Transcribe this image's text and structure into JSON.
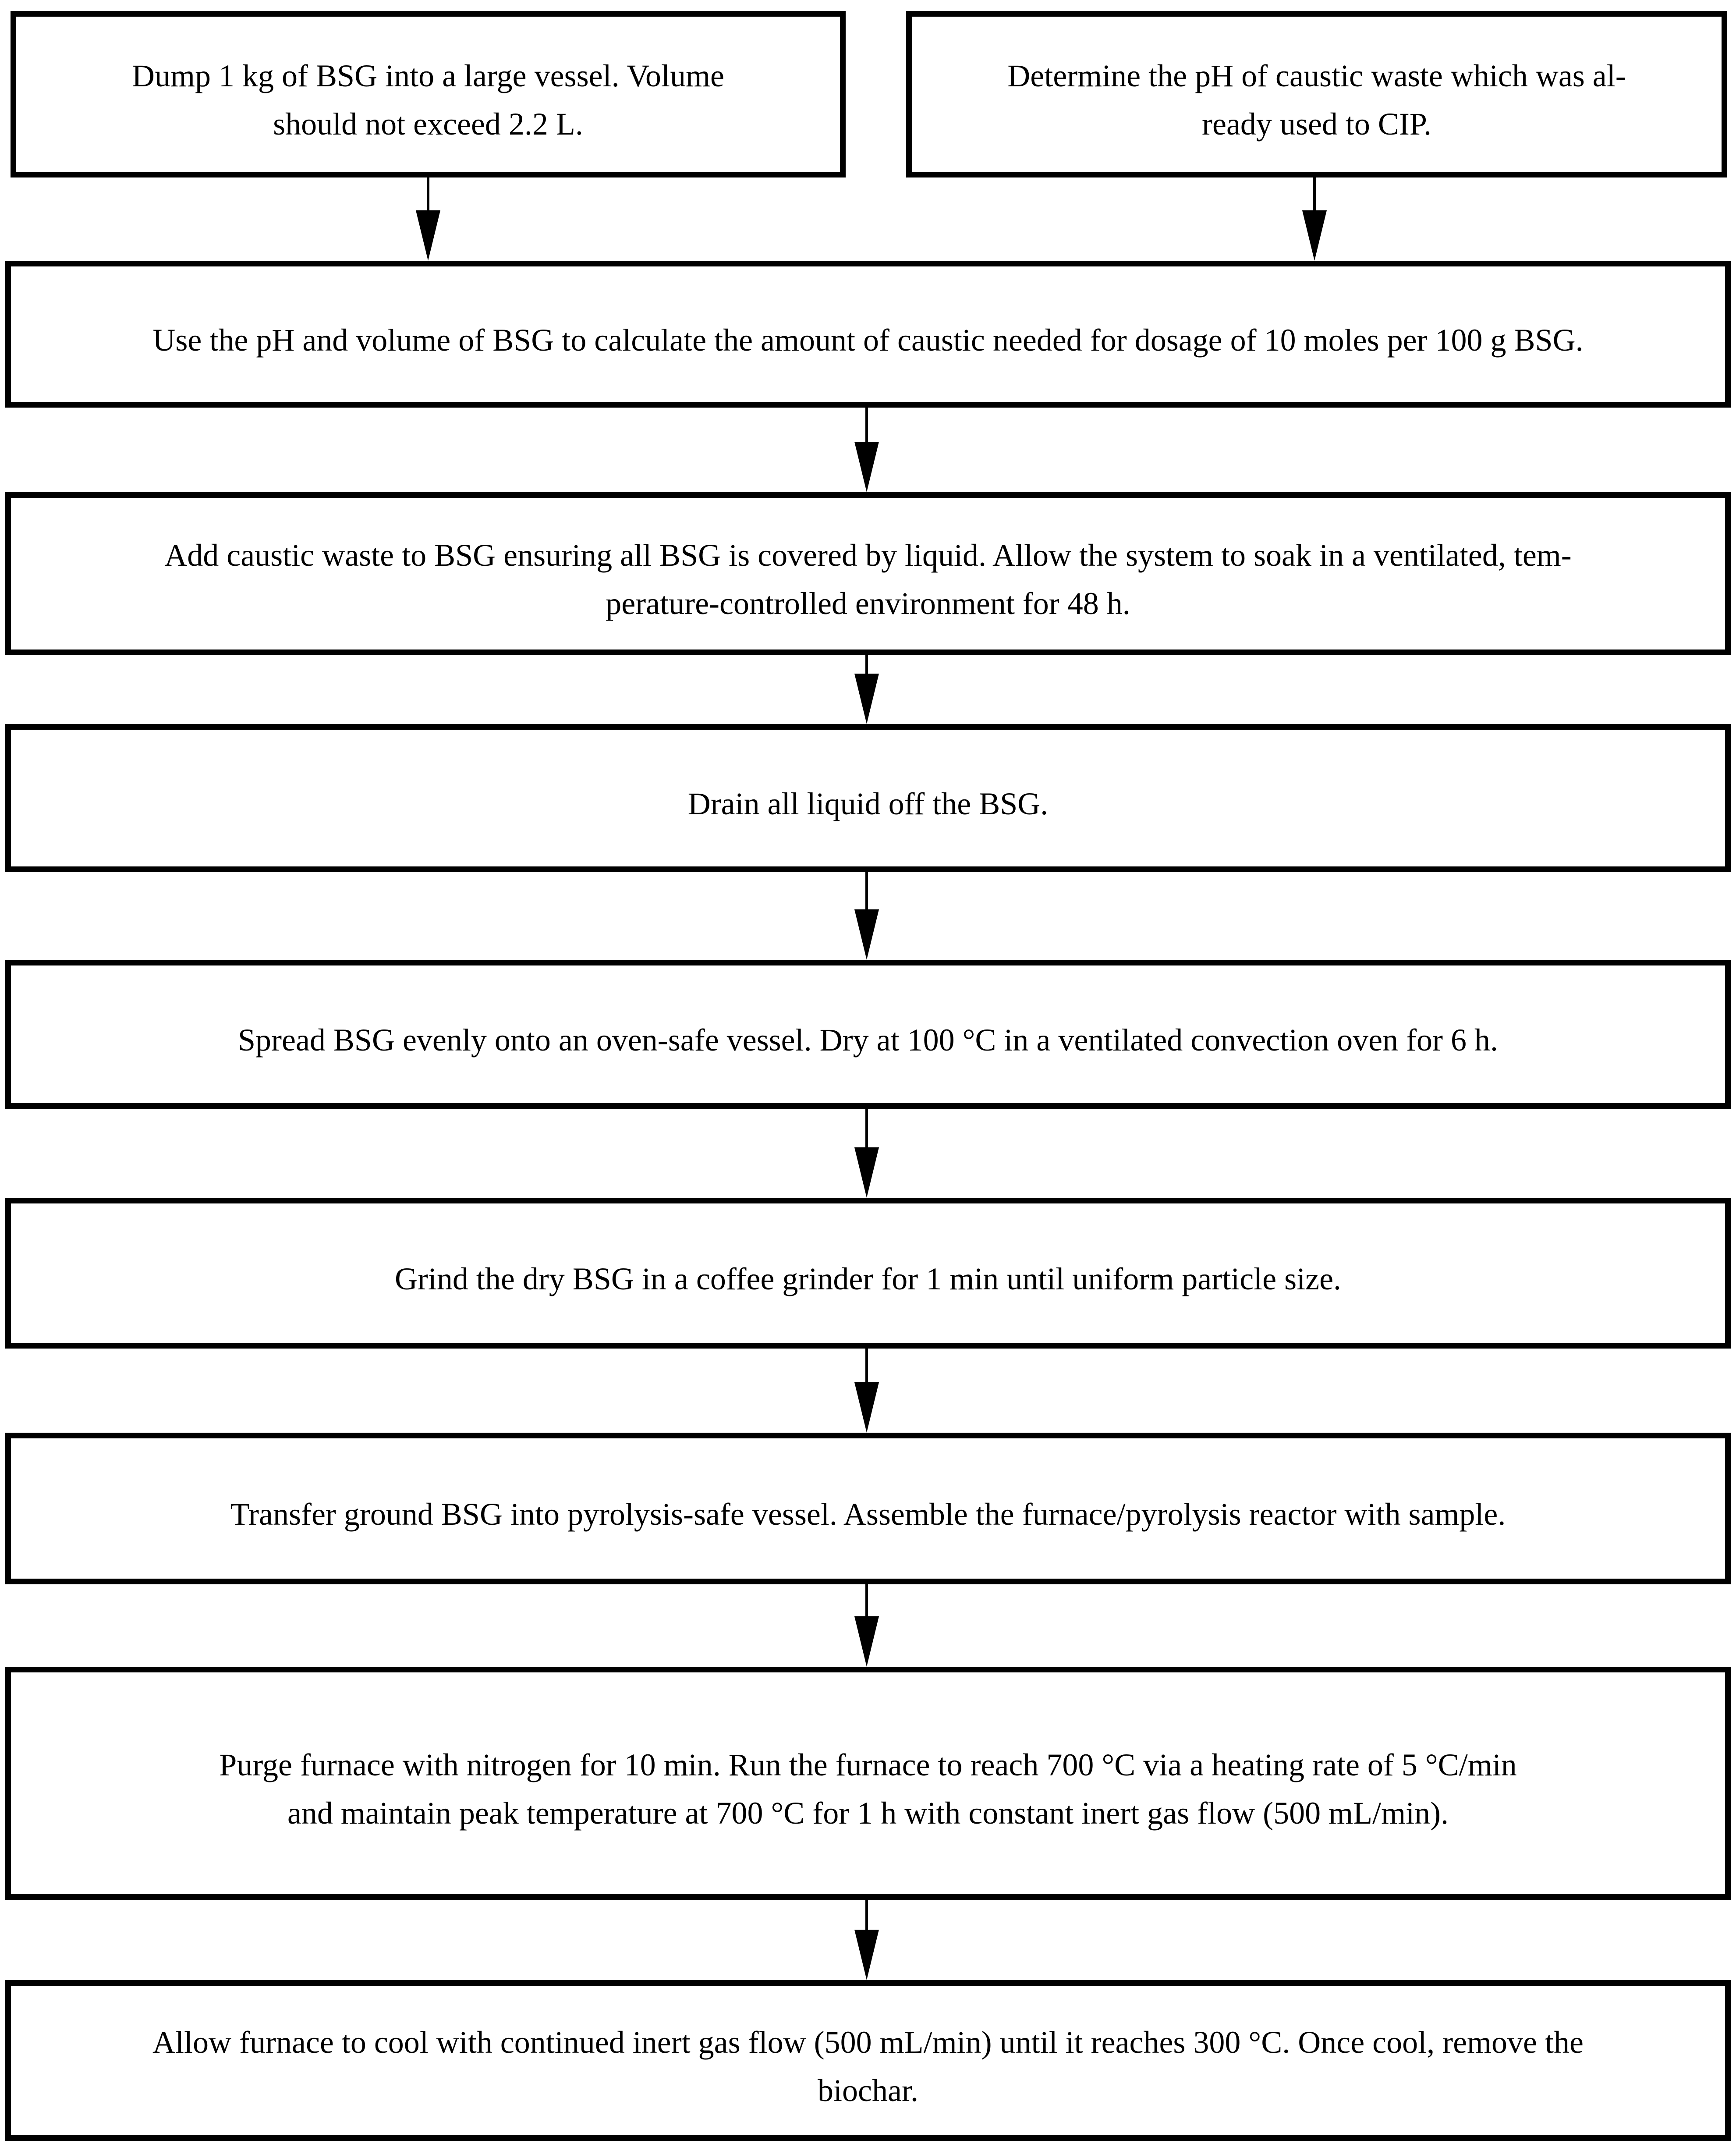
{
  "page": {
    "background_color": "#ffffff",
    "text_color": "#000000",
    "border_color": "#000000"
  },
  "flowchart": {
    "steps": [
      {
        "id": "dump-bsg",
        "lines": [
          "Dump 1 kg of BSG into a large vessel. Volume",
          "should not exceed 2.2 L."
        ]
      },
      {
        "id": "determine-ph",
        "lines": [
          "Determine the pH of caustic waste which was al-",
          "ready used to CIP."
        ]
      },
      {
        "id": "calculate-caustic-dose",
        "lines": [
          "Use the pH and volume of BSG to calculate the amount of caustic needed for dosage of 10 moles per 100 g BSG."
        ]
      },
      {
        "id": "soak-48h",
        "lines": [
          "Add caustic waste to BSG ensuring all BSG is covered by liquid. Allow the system to soak in a ventilated, tem-",
          "perature-controlled environment for 48 h."
        ]
      },
      {
        "id": "drain-liquid",
        "lines": [
          "Drain all liquid off the BSG."
        ]
      },
      {
        "id": "oven-dry",
        "lines": [
          "Spread BSG evenly onto an oven-safe vessel. Dry at 100 °C in a ventilated convection oven for 6 h."
        ]
      },
      {
        "id": "grind",
        "lines": [
          "Grind the dry BSG in a coffee grinder for 1 min until uniform particle size."
        ]
      },
      {
        "id": "assemble-reactor",
        "lines": [
          "Transfer ground BSG into pyrolysis-safe vessel. Assemble the furnace/pyrolysis reactor with sample."
        ]
      },
      {
        "id": "pyrolysis-run",
        "lines": [
          "Purge furnace with nitrogen for 10 min. Run the furnace to reach 700 °C via a heating rate of 5 °C/min",
          "and maintain peak temperature at 700 °C for 1 h with constant inert gas flow (500 mL/min)."
        ]
      },
      {
        "id": "cool-remove-biochar",
        "lines": [
          "Allow furnace to cool with continued inert gas flow (500 mL/min) until it reaches 300 °C. Once cool, remove the",
          "biochar."
        ]
      }
    ]
  }
}
